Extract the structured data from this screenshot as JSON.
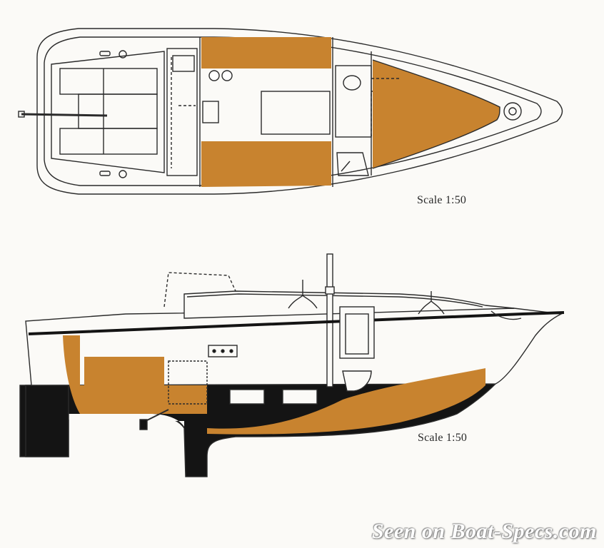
{
  "plan_view": {
    "scale_label": "Scale 1:50"
  },
  "profile_view": {
    "scale_label": "Scale 1:50"
  },
  "watermark": "Seen on Boat-Specs.com",
  "colors": {
    "berth_fill": "#c8832f",
    "hull_black": "#141414",
    "line": "#2b2b2b",
    "background": "#fbfaf7"
  }
}
